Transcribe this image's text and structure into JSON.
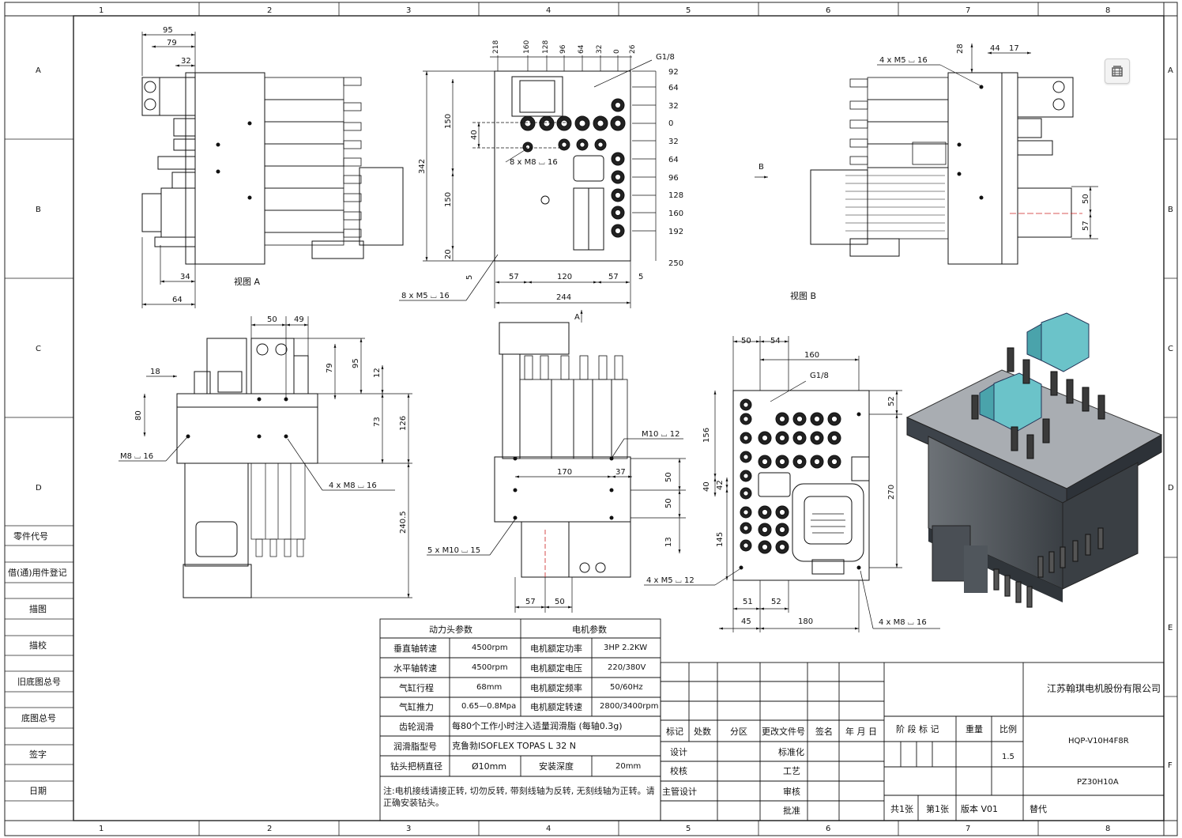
{
  "frame": {
    "col_labels": [
      "1",
      "2",
      "3",
      "4",
      "5",
      "6",
      "7",
      "8"
    ],
    "row_labels": [
      "A",
      "B",
      "C",
      "D",
      "E",
      "F"
    ]
  },
  "left_strip": [
    "零件代号",
    "借(通)用件登记",
    "描图",
    "描校",
    "旧底图总号",
    "底图总号",
    "签字",
    "日期"
  ],
  "views": {
    "view_a_label": "视图 A",
    "view_b_label": "视图 B",
    "b_arrow_label": "B",
    "a_arrow_label": "A"
  },
  "dims": {
    "va": {
      "d95": "95",
      "d79": "79",
      "d32": "32",
      "d34": "34",
      "d64": "64"
    },
    "top": {
      "header": [
        "218",
        "160",
        "128",
        "96",
        "64",
        "32",
        "0",
        "26"
      ],
      "g18": "G1/8",
      "right": [
        "92",
        "64",
        "32",
        "0",
        "32",
        "64",
        "96",
        "128",
        "160",
        "192",
        "250"
      ],
      "left": [
        "342",
        "150",
        "40",
        "150",
        "20",
        "5"
      ],
      "m8": "8 x M8 ⌴ 16",
      "m5": "8 x M5 ⌴ 16",
      "bottom": [
        "57",
        "120",
        "57",
        "5",
        "244"
      ]
    },
    "vb": {
      "m5": "4 x M5 ⌴ 16",
      "d28": "28",
      "d44": "44",
      "d17": "17",
      "d50": "50",
      "d57": "57"
    },
    "side": {
      "d50": "50",
      "d49": "49",
      "d18": "18",
      "d79": "79",
      "d95": "95",
      "d12": "12",
      "d80": "80",
      "d73": "73",
      "d126": "126",
      "d240": "240.5",
      "m8": "M8 ⌴ 16",
      "m8x4": "4 x M8 ⌴ 16"
    },
    "front": {
      "m10": "M10 ⌴ 12",
      "d170": "170",
      "d37": "37",
      "d50a": "50",
      "d50b": "50",
      "d13": "13",
      "m10x5": "5 x M10 ⌴ 15",
      "d57": "57",
      "d50": "50"
    },
    "bottomv": {
      "d50": "50",
      "d54": "54",
      "d160": "160",
      "g18": "G1/8",
      "d52": "52",
      "d156": "156",
      "d40": "40",
      "d42": "42",
      "d270": "270",
      "d145": "145",
      "m5": "4 x M5 ⌴ 12",
      "d51": "51",
      "d52b": "52",
      "d45": "45",
      "d180": "180",
      "m8": "4 x M8 ⌴ 16"
    }
  },
  "params_table": {
    "header_left": "动力头参数",
    "header_right": "电机参数",
    "rows": [
      {
        "l1": "垂直轴转速",
        "v1": "4500rpm",
        "l2": "电机额定功率",
        "v2": "3HP  2.2KW"
      },
      {
        "l1": "水平轴转速",
        "v1": "4500rpm",
        "l2": "电机额定电压",
        "v2": "220/380V"
      },
      {
        "l1": "气缸行程",
        "v1": "68mm",
        "l2": "电机额定频率",
        "v2": "50/60Hz"
      },
      {
        "l1": "气缸推力",
        "v1": "0.65—0.8Mpa",
        "l2": "电机额定转速",
        "v2": "2800/3400rpm"
      }
    ],
    "lube_label": "齿轮润滑",
    "lube_value": "每80个工作小时注入适量润滑脂 (每轴0.3g)",
    "grease_label": "润滑脂型号",
    "grease_value": "克鲁勃ISOFLEX TOPAS L 32 N",
    "shank_label": "钻头把柄直径",
    "shank_value": "Ø10mm",
    "depth_label": "安装深度",
    "depth_value": "20mm",
    "note": "注:电机接线请接正转, 切勿反转, 带刻线轴为反转, 无刻线轴为正转。请正确安装钻头。"
  },
  "title_block": {
    "company": "江苏翰琪电机股份有限公司",
    "drawing_no": "HQP-V10H4F8R",
    "part_no": "PZ30H10A",
    "scale_label": "比例",
    "scale_value": "1.5",
    "weight_label": "重量",
    "stage_label": "阶 段 标 记",
    "replace_label": "替代",
    "sheet_total": "共1张",
    "sheet_no": "第1张",
    "version": "版本 V01",
    "rev_headers": [
      "标记",
      "处数",
      "分区",
      "更改文件号",
      "签名",
      "年 月 日"
    ],
    "sign_rows": [
      "设计",
      "校核",
      "主管设计"
    ],
    "sign_right": [
      "标准化",
      "工艺",
      "审核",
      "批准"
    ]
  },
  "toolbar": {
    "crop_icon": "crop-icon"
  }
}
